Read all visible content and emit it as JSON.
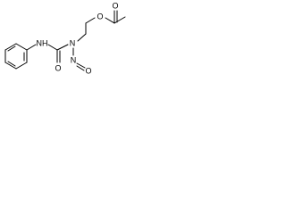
{
  "molecule": {
    "atoms": {
      "nh": "NH",
      "n_nitroso": "N",
      "n_oxide": "N",
      "o_carbonyl_urea": "O",
      "o_nitroso": "O",
      "o_ester": "O",
      "o_carbonyl_acetyl": "O"
    },
    "colors": {
      "bond": "#000000",
      "label": "#000000",
      "background": "#ffffff"
    }
  }
}
